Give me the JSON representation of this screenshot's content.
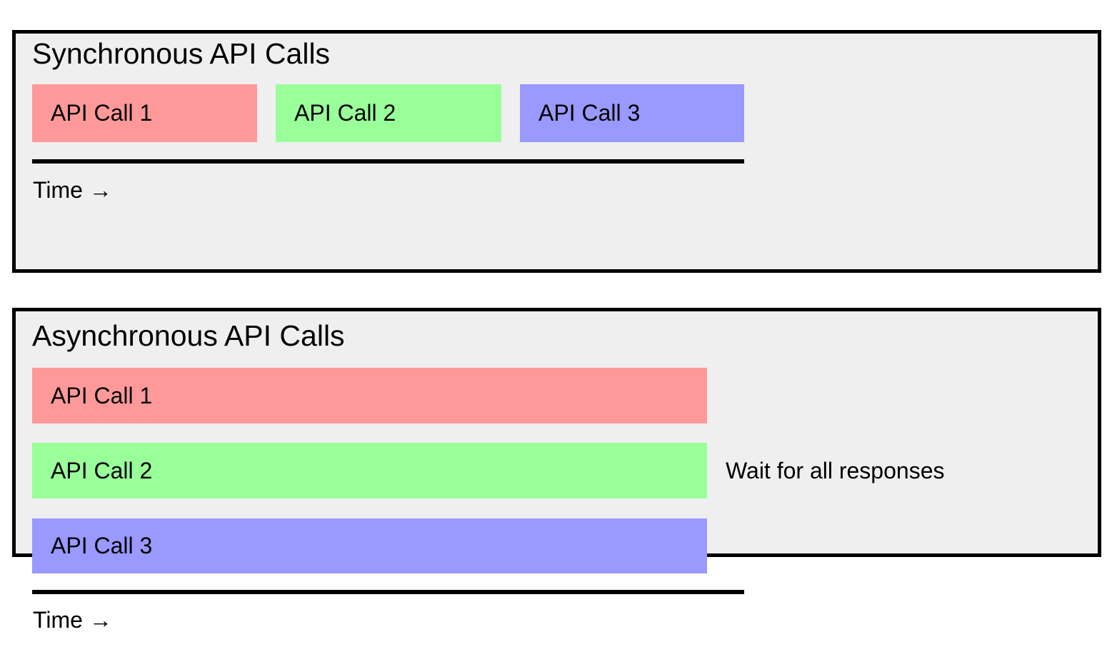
{
  "colors": {
    "call_1": "#ff9999",
    "call_2": "#99ff99",
    "call_3": "#9999ff",
    "panel_background": "#efefef",
    "line": "#000000"
  },
  "sync_panel": {
    "title": "Synchronous API Calls",
    "bars": [
      {
        "label": "API Call 1",
        "color": "call_1"
      },
      {
        "label": "API Call 2",
        "color": "call_2"
      },
      {
        "label": "API Call 3",
        "color": "call_3"
      }
    ],
    "time_label": "Time →"
  },
  "async_panel": {
    "title": "Asynchronous API Calls",
    "bars": [
      {
        "label": "API Call 1",
        "color": "call_1"
      },
      {
        "label": "API Call 2",
        "color": "call_2"
      },
      {
        "label": "API Call 3",
        "color": "call_3"
      }
    ],
    "wait_label": "Wait for all responses",
    "time_label": "Time →"
  }
}
